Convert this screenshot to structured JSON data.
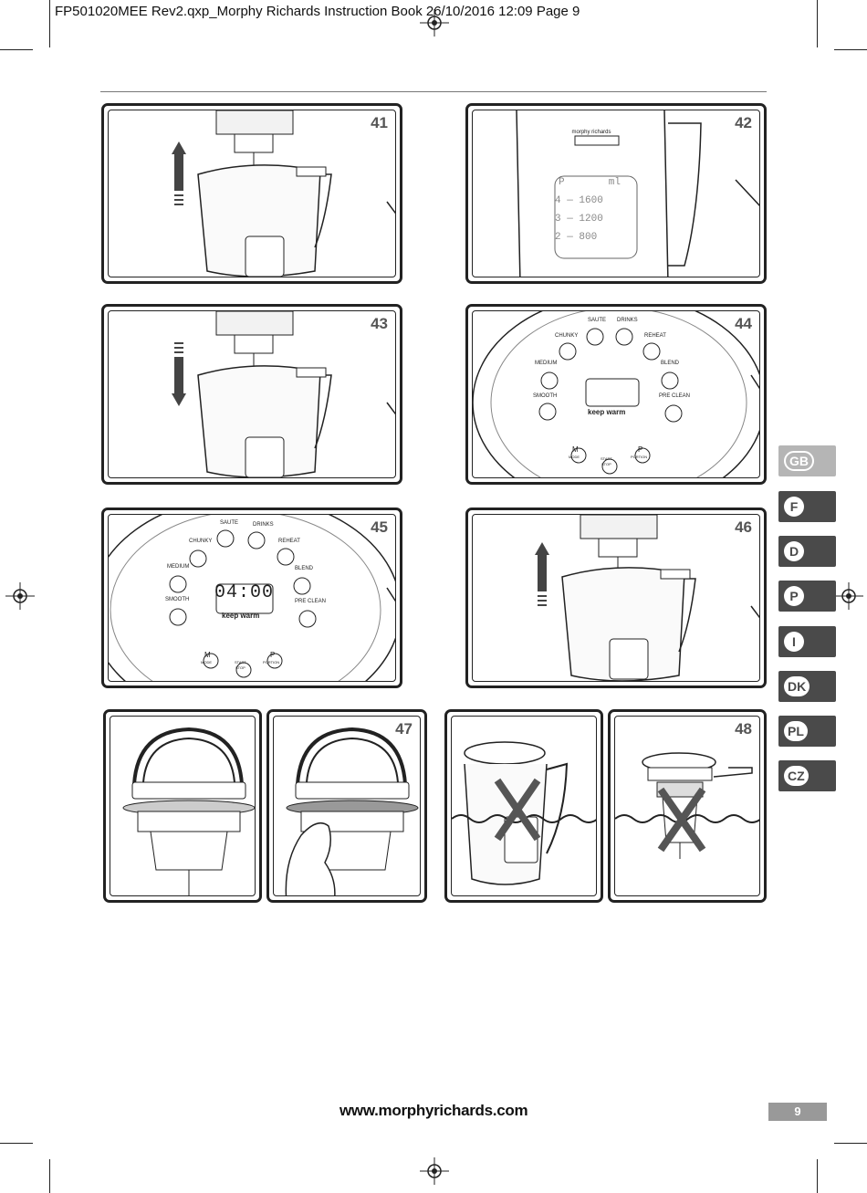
{
  "slug_line": "FP501020MEE Rev2.qxp_Morphy Richards Instruction Book  26/10/2016  12:09  Page 9",
  "panels": [
    {
      "number": "41"
    },
    {
      "number": "42"
    },
    {
      "number": "43"
    },
    {
      "number": "44"
    },
    {
      "number": "45"
    },
    {
      "number": "46"
    },
    {
      "number": ""
    },
    {
      "number": "47"
    },
    {
      "number": ""
    },
    {
      "number": "48"
    }
  ],
  "jug_label": {
    "brand": "morphy richards",
    "col_p": "P",
    "col_ml": "ml",
    "rows": [
      "4 — 1600",
      "3 — 1200",
      "2 — 800"
    ]
  },
  "control_panel": {
    "buttons": [
      "SAUTE",
      "DRINKS",
      "CHUNKY",
      "REHEAT",
      "MEDIUM",
      "BLEND",
      "SMOOTH",
      "PRE CLEAN"
    ],
    "keep_warm": "keep warm",
    "display_time": "04:00",
    "mode_letter": "M",
    "mode_label": "MODE",
    "start_label": "START",
    "stop_label": "STOP",
    "portion_letter": "P",
    "portion_label": "PORTION"
  },
  "language_tabs": [
    "GB",
    "F",
    "D",
    "P",
    "I",
    "DK",
    "PL",
    "CZ"
  ],
  "active_tab": "GB",
  "footer": {
    "url": "www.morphyrichards.com",
    "page_number": "9"
  }
}
